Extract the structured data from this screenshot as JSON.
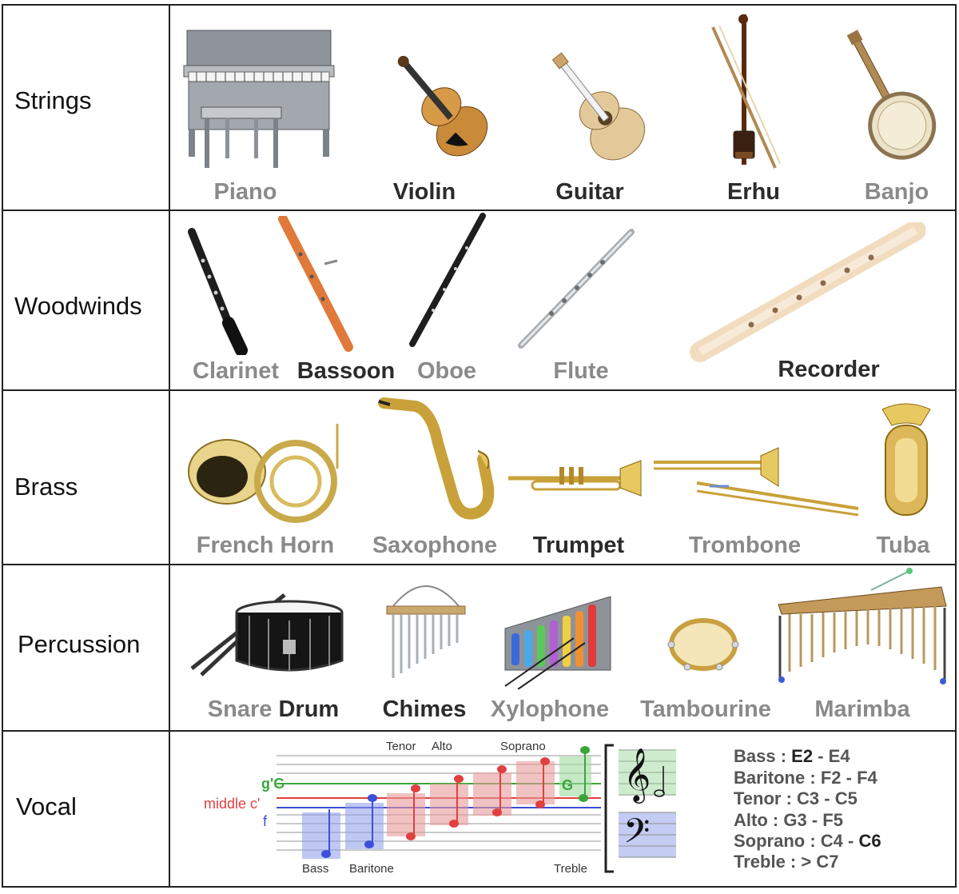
{
  "categories": {
    "strings": "Strings",
    "woodwinds": "Woodwinds",
    "brass": "Brass",
    "percussion": "Percussion",
    "vocal": "Vocal"
  },
  "instruments": {
    "piano": "Piano",
    "violin": "Violin",
    "guitar": "Guitar",
    "erhu": "Erhu",
    "banjo": "Banjo",
    "clarinet": "Clarinet",
    "bassoon": "Bassoon",
    "oboe": "Oboe",
    "flute": "Flute",
    "recorder": "Recorder",
    "french": "French",
    "horn": "Horn",
    "saxophone": "Saxophone",
    "trumpet": "Trumpet",
    "trombone": "Trombone",
    "tuba": "Tuba",
    "snare": "Snare",
    "drum": "Drum",
    "chimes": "Chimes",
    "xylophone": "Xylophone",
    "tambourine": "Tambourine",
    "marimba": "Marimba"
  },
  "vocal_staff": {
    "voice_labels": [
      "Bass",
      "Baritone",
      "Tenor",
      "Alto",
      "Soprano",
      "Treble"
    ],
    "note_labels": {
      "g": "g'",
      "g_clef": "G",
      "middle_c": "middle c'",
      "f": "f",
      "g_box": "G"
    }
  },
  "vocal_ranges": [
    {
      "voice": "Bass",
      "low": "E2",
      "high": "E4"
    },
    {
      "voice": "Baritone",
      "low": "F2",
      "high": "F4"
    },
    {
      "voice": "Tenor",
      "low": "C3",
      "high": "C5"
    },
    {
      "voice": "Alto",
      "low": "G3",
      "high": "F5"
    },
    {
      "voice": "Soprano",
      "low": "C4",
      "high": "C6"
    },
    {
      "voice": "Treble",
      "low": "",
      "high": "C7",
      "prefix": ">"
    }
  ],
  "colors": {
    "bass_clef_blue": "#3b4fd8",
    "tenor_red": "#e04040",
    "treble_green": "#3aa63a",
    "label_gray": "#8a8a8a",
    "label_dark": "#2b2b2b"
  }
}
